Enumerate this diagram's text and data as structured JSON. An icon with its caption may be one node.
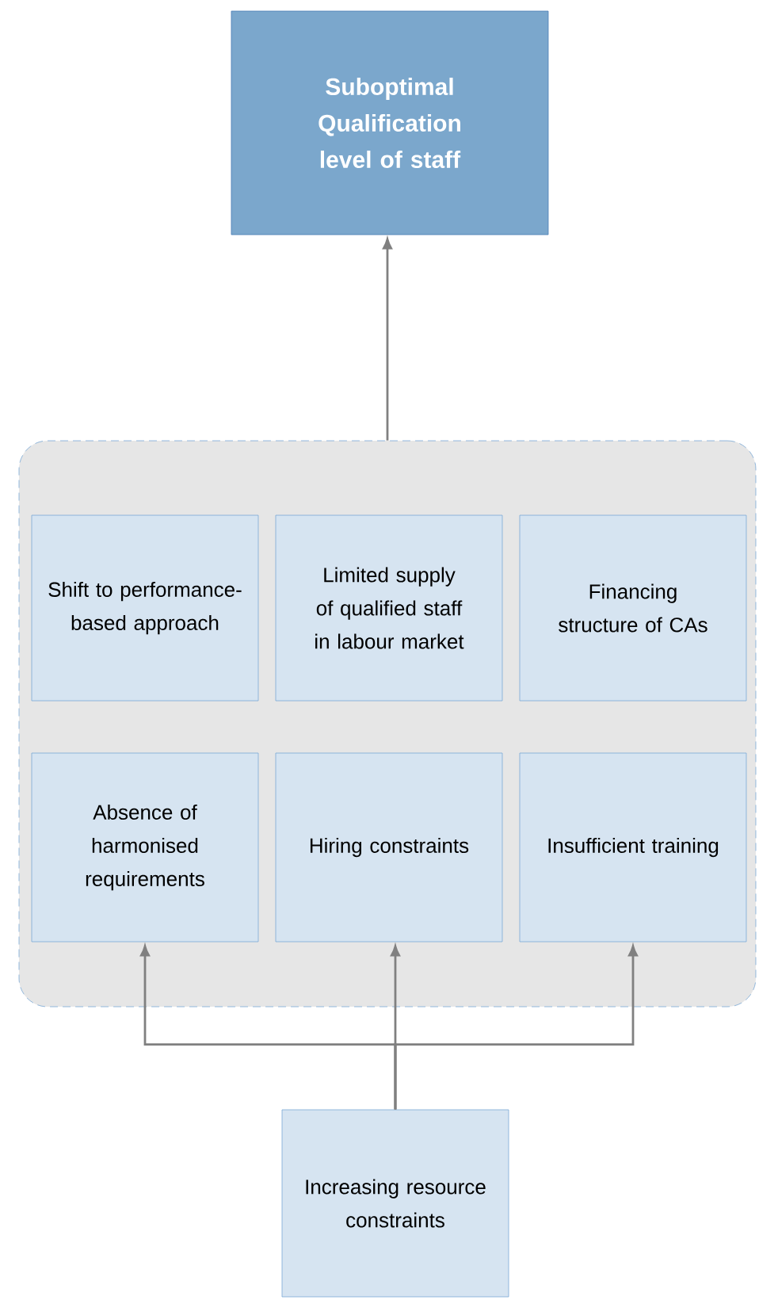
{
  "diagram": {
    "nodes": [
      {
        "text": [
          "Suboptimal Qualification level of staff"
        ]
      },
      {
        "text": [],
        "shape": "box"
      },
      {
        "text": [
          "Shift to performance-based approach"
        ],
        "in": 1
      },
      {
        "text": [
          "Limited supply of qualified staff in labour market"
        ],
        "in": 1
      },
      {
        "text": [
          "Financing structure of CAs"
        ],
        "in": 1
      },
      {
        "text": [
          "Absence of harmonised requirements"
        ],
        "in": 1
      },
      {
        "text": [
          "Hiring constraints"
        ],
        "in": 1
      },
      {
        "text": [
          "Insufficient training"
        ],
        "in": 1
      },
      {
        "text": [
          "Increasing resource constraints"
        ]
      }
    ],
    "edges": [
      {
        "from": 1,
        "to": 0,
        "arrow": "to"
      },
      {
        "from": 8,
        "to": 5,
        "arrow": "to"
      },
      {
        "from": 8,
        "to": 6,
        "arrow": "to"
      },
      {
        "from": 8,
        "to": 7,
        "arrow": "to"
      }
    ]
  }
}
